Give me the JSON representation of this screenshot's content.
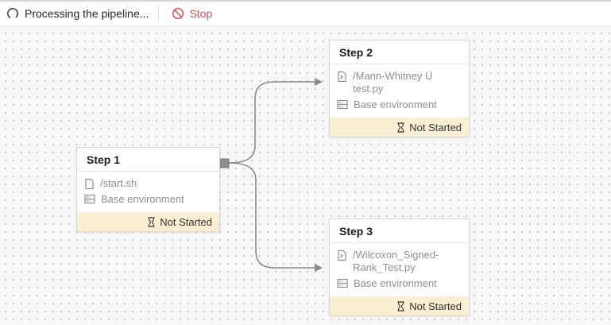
{
  "toolbar": {
    "status_text": "Processing the pipeline...",
    "stop_label": "Stop"
  },
  "pipeline": {
    "nodes": [
      {
        "id": "step-1",
        "title": "Step 1",
        "file": "/start.sh",
        "file_icon": "file-icon",
        "environment": "Base environment",
        "environment_icon": "environment-icon",
        "status": "Not Started",
        "status_icon": "hourglass-icon"
      },
      {
        "id": "step-2",
        "title": "Step 2",
        "file": "/Mann-Whitney U test.py",
        "file_icon": "script-file-icon",
        "environment": "Base environment",
        "environment_icon": "environment-icon",
        "status": "Not Started",
        "status_icon": "hourglass-icon"
      },
      {
        "id": "step-3",
        "title": "Step 3",
        "file": "/Wilcoxon_Signed-Rank_Test.py",
        "file_icon": "script-file-icon",
        "environment": "Base environment",
        "environment_icon": "environment-icon",
        "status": "Not Started",
        "status_icon": "hourglass-icon"
      }
    ],
    "edges": [
      {
        "from": "Step 1",
        "to": "Step 2"
      },
      {
        "from": "Step 1",
        "to": "Step 3"
      }
    ]
  },
  "colors": {
    "accent_red": "#e34850",
    "status_bg": "#faefd3",
    "canvas_bg": "#f7f7f7",
    "grid_dot": "#c7c7c7",
    "edge": "#8a8a8a",
    "card_border": "#d8d8d8"
  }
}
